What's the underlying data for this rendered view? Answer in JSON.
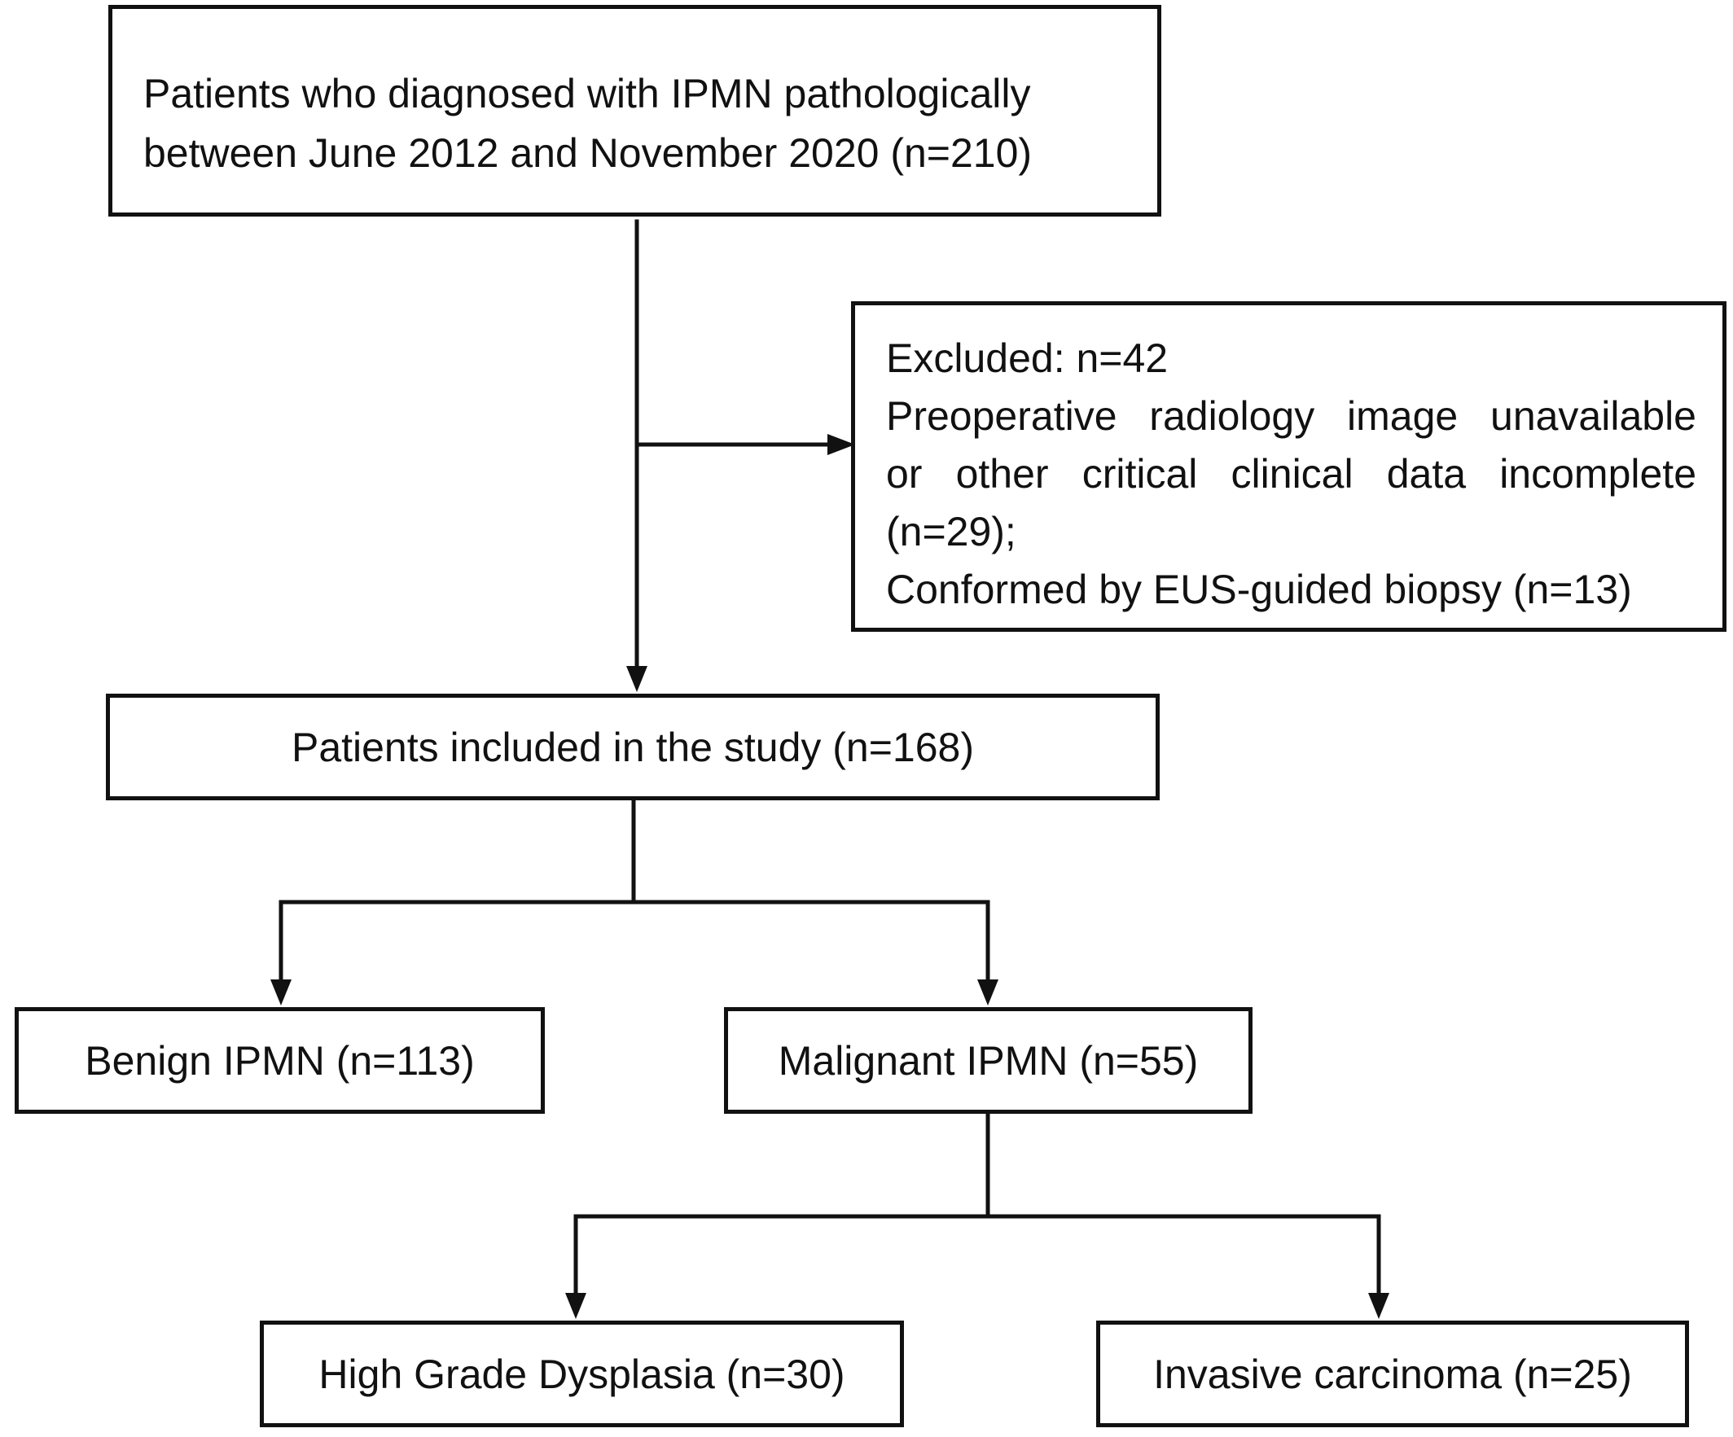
{
  "flowchart": {
    "source": {
      "lines": [
        "Patients who diagnosed with IPMN pathologically",
        "between June 2012 and November 2020 (n=210)"
      ]
    },
    "excluded": {
      "lines": [
        "Excluded: n=42",
        "Preoperative radiology image unavailable",
        "or other critical clinical data incomplete",
        "(n=29);",
        "Conformed by EUS-guided biopsy (n=13)"
      ]
    },
    "included": {
      "label": "Patients included in the study (n=168)"
    },
    "benign": {
      "label": "Benign IPMN (n=113)"
    },
    "malignant": {
      "label": "Malignant IPMN (n=55)"
    },
    "high_grade": {
      "label": "High Grade Dysplasia (n=30)"
    },
    "invasive": {
      "label": "Invasive carcinoma (n=25)"
    }
  },
  "colors": {
    "line": "#111111",
    "background": "#ffffff"
  }
}
